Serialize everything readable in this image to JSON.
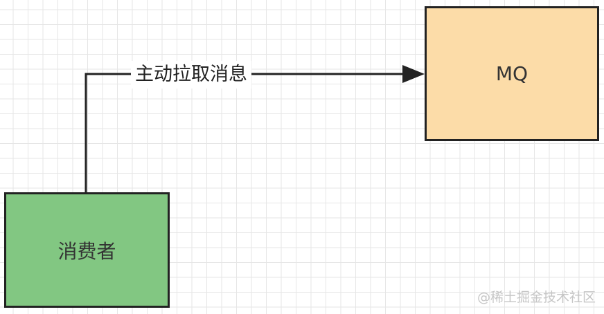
{
  "diagram": {
    "nodes": [
      {
        "id": "mq",
        "label": "MQ",
        "fill": "#fcdca8"
      },
      {
        "id": "consumer",
        "label": "消费者",
        "fill": "#82c782"
      }
    ],
    "edges": [
      {
        "from": "consumer",
        "to": "mq",
        "label": "主动拉取消息",
        "color": "#222222"
      }
    ]
  },
  "watermark": "@稀土掘金技术社区"
}
